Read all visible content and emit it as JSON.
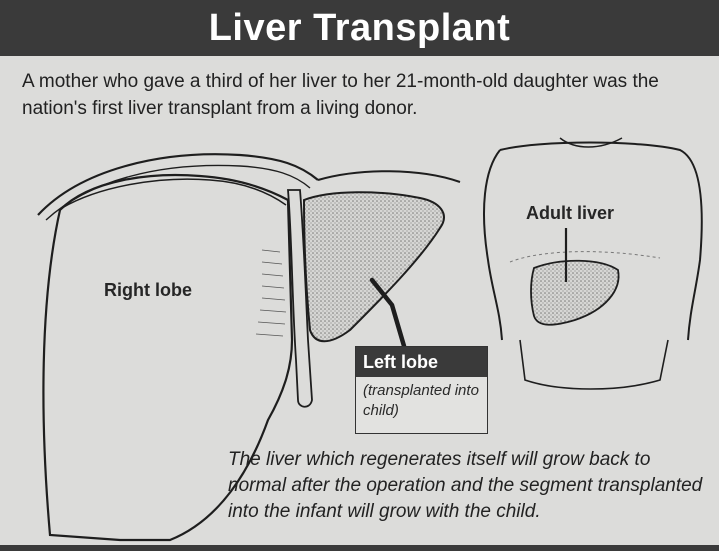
{
  "header": {
    "title": "Liver Transplant"
  },
  "intro": "A mother who gave a third of her liver to her 21-month-old daughter was the nation's first liver transplant from a living donor.",
  "labels": {
    "right_lobe": "Right lobe",
    "adult_liver": "Adult liver",
    "left_lobe": "Left lobe",
    "left_lobe_note": "(transplanted into child)"
  },
  "caption": "The liver which regenerates itself will grow back to normal after the operation and the segment transplanted into the infant will grow with the child.",
  "colors": {
    "header_bg": "#3a3a3a",
    "paper": "#dcdcda",
    "ink": "#1e1e1e",
    "stipple": "#b0b0ae"
  }
}
